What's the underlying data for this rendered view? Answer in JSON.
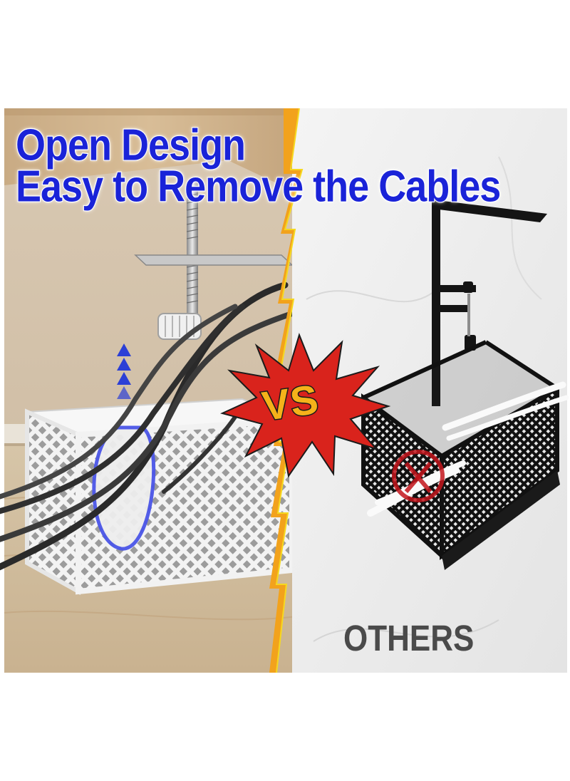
{
  "headline": {
    "line1": "Open Design",
    "line2": "Easy to Remove the Cables"
  },
  "badge": {
    "text": "VS"
  },
  "comparison_label": "OTHERS",
  "colors": {
    "headline": "#1a23d8",
    "badge_burst": "#d9231c",
    "badge_text": "#f5b21a",
    "divider": "#f2a21c",
    "arrows": "#2b3fd6"
  },
  "icons": [
    "up-arrows-icon",
    "no-cross-icon",
    "vs-burst-icon"
  ]
}
